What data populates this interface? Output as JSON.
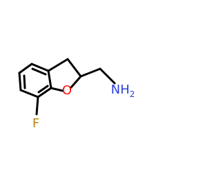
{
  "atoms": {
    "oxygen": {
      "symbol": "O",
      "color": "#ff0d0d"
    },
    "fluorine": {
      "symbol": "F",
      "color": "#b8860b"
    },
    "amine": {
      "symbol": "NH",
      "subscript": "2",
      "color": "#2c3ed8"
    }
  },
  "bond_color": "#000000",
  "background": "#ffffff"
}
